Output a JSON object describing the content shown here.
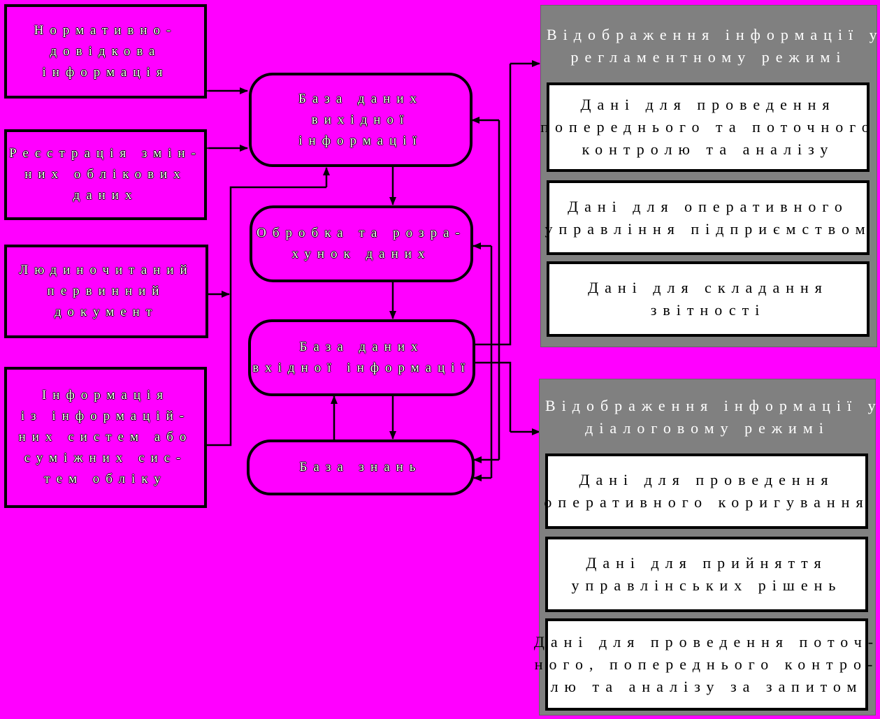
{
  "inputs": {
    "normative": [
      "Нормативно-",
      "довідкова",
      "інформація"
    ],
    "registration": [
      "Реєстрація змін-",
      "них облікових",
      "даних"
    ],
    "primary_document": [
      "Людиночитаний",
      "первинний",
      "документ"
    ],
    "external_systems": [
      "Інформація",
      "із інформацій-",
      "них систем або",
      "суміжних сис-",
      "тем обліку"
    ]
  },
  "core": {
    "source_db": [
      "База даних",
      "вихідної",
      "інформації"
    ],
    "processing": [
      "Обробка та розра-",
      "хунок даних"
    ],
    "input_db": [
      "База даних",
      "вхідної інформації"
    ],
    "knowledge_base": [
      "База знань"
    ]
  },
  "regulated_panel": {
    "title": [
      "Відображення інформації у",
      "регламентному режимі"
    ],
    "items": [
      [
        "Дані для проведення",
        "попереднього та поточного",
        "контролю  та аналізу"
      ],
      [
        "Дані для оперативного",
        "управління підприємством"
      ],
      [
        "Дані для складання",
        "звітності"
      ]
    ]
  },
  "dialog_panel": {
    "title": [
      "Відображення інформації у",
      "діалоговому режимі"
    ],
    "items": [
      [
        "Дані для проведення",
        "оперативного коригування"
      ],
      [
        "Дані для прийняття",
        "управлінських рішень"
      ],
      [
        "Дані для проведення поточ-",
        "ного, попереднього контро-",
        "лю  та аналізу за запитом"
      ]
    ]
  },
  "colors": {
    "background": "#ff00ff",
    "panel": "#808080",
    "line": "#000000"
  }
}
